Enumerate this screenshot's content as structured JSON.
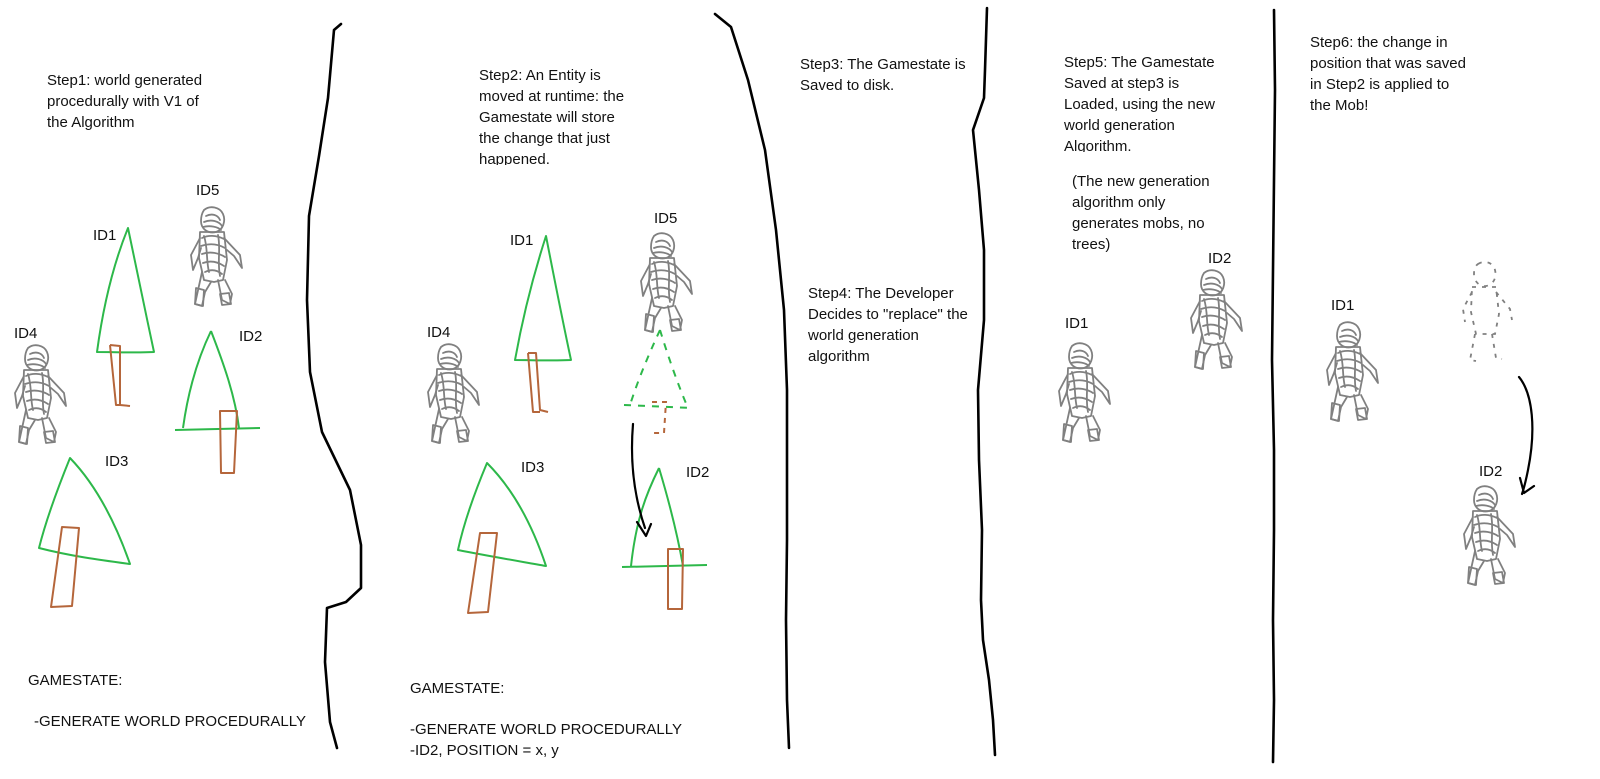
{
  "panel1": {
    "step": "Step1: world generated\nprocedurally with V1 of\nthe Algorithm",
    "labels": {
      "id1": "ID1",
      "id2": "ID2",
      "id3": "ID3",
      "id4": "ID4",
      "id5": "ID5"
    },
    "gamestate_title": "GAMESTATE:",
    "gamestate_lines": "-GENERATE WORLD PROCEDURALLY"
  },
  "panel2": {
    "step": "Step2: An Entity is\nmoved at runtime: the\nGamestate will store\nthe change that just\nhappened.",
    "labels": {
      "id1": "ID1",
      "id2": "ID2",
      "id3": "ID3",
      "id4": "ID4",
      "id5": "ID5"
    },
    "gamestate_title": "GAMESTATE:",
    "gamestate_lines": "-GENERATE WORLD PROCEDURALLY\n-ID2, POSITION = x, y"
  },
  "panel3": {
    "step3": "Step3: The Gamestate is\nSaved to disk.",
    "step4": "Step4: The Developer\nDecides to \"replace\" the\nworld generation\nalgorithm"
  },
  "panel4": {
    "step": "Step5: The Gamestate\nSaved at step3 is\nLoaded, using the new\nworld generation\nAlgorithm.",
    "note": "(The new generation\nalgorithm only\ngenerates mobs, no\ntrees)",
    "labels": {
      "id1": "ID1",
      "id2": "ID2"
    }
  },
  "panel5": {
    "step": "Step6: the change in\nposition that was saved\nin Step2 is applied to\nthe Mob!",
    "labels": {
      "id1": "ID1",
      "id2": "ID2"
    }
  },
  "colors": {
    "tree_canopy": "#2db84a",
    "tree_trunk": "#b5663b",
    "mob": "#808080",
    "ink": "#000000"
  }
}
